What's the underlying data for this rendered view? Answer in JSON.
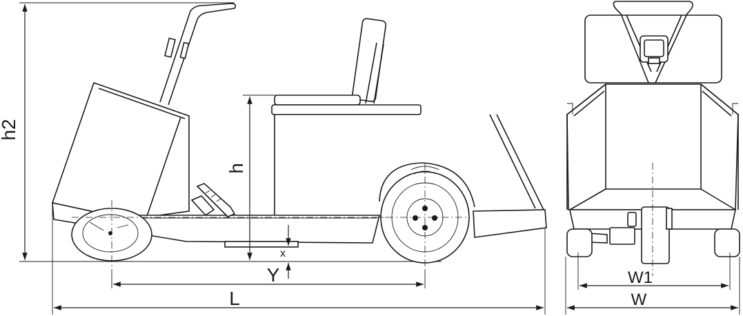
{
  "labels": {
    "h2": "h2",
    "h": "h",
    "x": "x",
    "y": "Y",
    "l": "L",
    "w1": "W1",
    "w": "W"
  }
}
